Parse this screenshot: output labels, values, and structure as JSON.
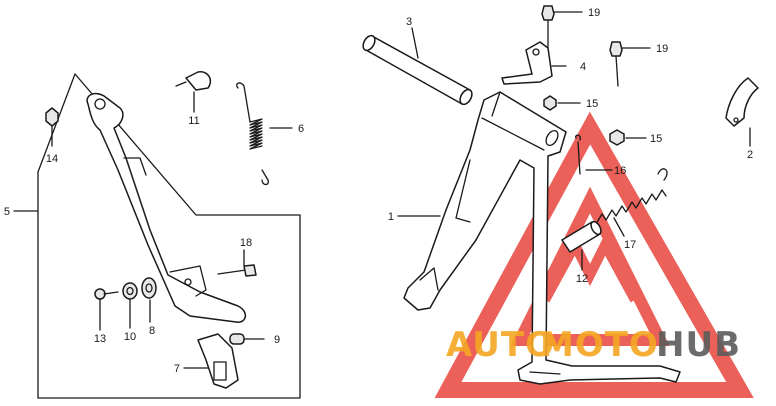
{
  "labels": {
    "p1": "1",
    "p2": "2",
    "p3": "3",
    "p4": "4",
    "p5": "5",
    "p6": "6",
    "p7": "7",
    "p8": "8",
    "p9": "9",
    "p10": "10",
    "p11": "11",
    "p12": "12",
    "p13": "13",
    "p14": "14",
    "p15a": "15",
    "p15b": "15",
    "p16": "16",
    "p17": "17",
    "p18": "18",
    "p19a": "19",
    "p19b": "19"
  },
  "watermark": {
    "auto": "AUTO",
    "moto": "MOTO",
    "hub": "HUB",
    "color_red": "#e8453c",
    "color_orange": "#f5a623",
    "color_gray": "#5c5c5c"
  }
}
